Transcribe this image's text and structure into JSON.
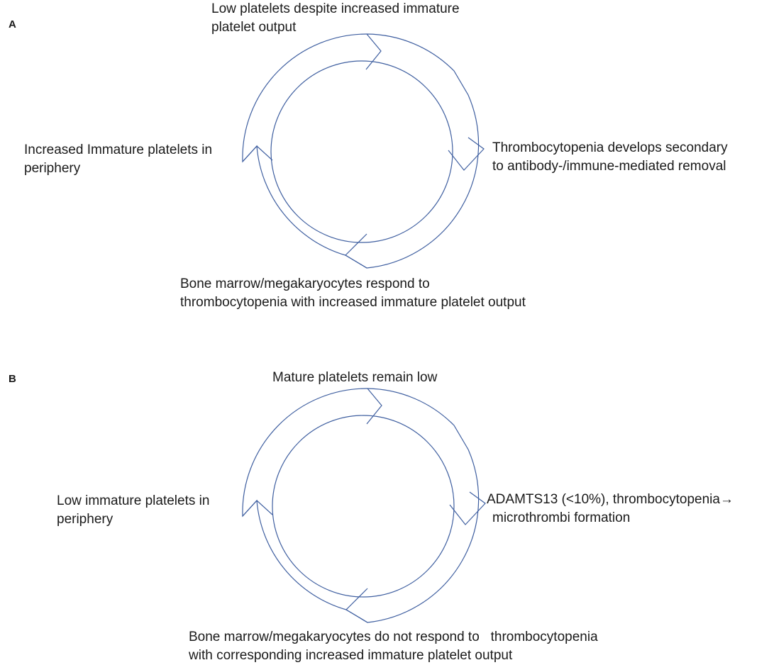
{
  "panels": [
    {
      "letter": "A",
      "top_label": [
        "Low platelets despite increased immature",
        "platelet output"
      ],
      "right_label": [
        "Thrombocytopenia develops secondary",
        "to antibody-/immune-mediated removal"
      ],
      "bottom_label": [
        "Bone marrow/megakaryocytes respond to",
        "thrombocytopenia with increased immature platelet output"
      ],
      "left_label": [
        "Increased Immature platelets in",
        "periphery"
      ]
    },
    {
      "letter": "B",
      "top_label": [
        "Mature platelets remain low"
      ],
      "right_label": [
        "ADAMTS13 (<10%), thrombocytopenia→",
        "microthrombi formation"
      ],
      "bottom_label": [
        "Bone marrow/megakaryocytes do not respond to   thrombocytopenia",
        "with corresponding increased immature platelet output"
      ],
      "left_label": [
        "Low immature platelets in",
        "periphery"
      ]
    }
  ],
  "colors": {
    "cycle_stroke": "#3f5fa0",
    "text": "#1a1a1a"
  }
}
